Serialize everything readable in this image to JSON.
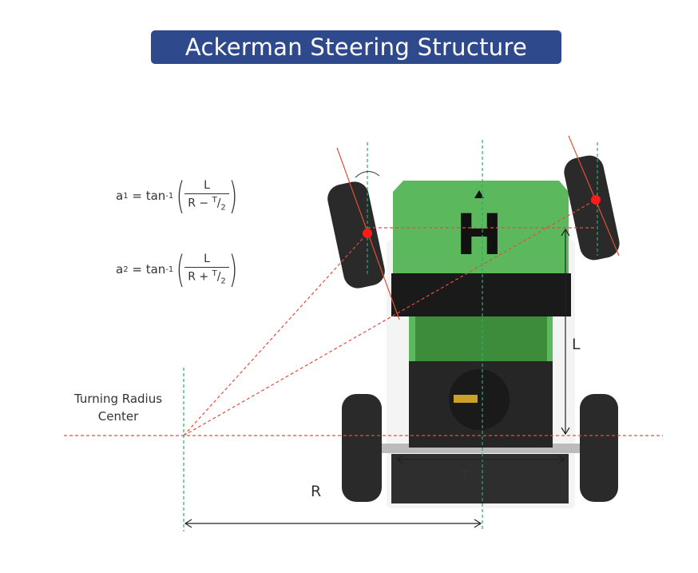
{
  "title": "Ackerman Steering Structure",
  "formulas": [
    {
      "lhs": "a",
      "sub": "1",
      "func": "tan",
      "sup": "-1",
      "numerator": "L",
      "denominator_left": "R",
      "op": "−",
      "denominator_right_num": "T",
      "denominator_right_den": "2"
    },
    {
      "lhs": "a",
      "sub": "2",
      "func": "tan",
      "sup": "-1",
      "numerator": "L",
      "denominator_left": "R",
      "op": "+",
      "denominator_right_num": "T",
      "denominator_right_den": "2"
    }
  ],
  "labels": {
    "turning_center_line1": "Turning Radius",
    "turning_center_line2": "Center",
    "wheelbase": "L",
    "track": "T",
    "radius": "R",
    "plate_letter": "H"
  },
  "colors": {
    "title_bg": "#2f4a8c",
    "chassis": "#5cb85c",
    "guide_red": "#e0503c",
    "guide_green": "#2eaa6a",
    "pivot": "#ff1a1a"
  }
}
